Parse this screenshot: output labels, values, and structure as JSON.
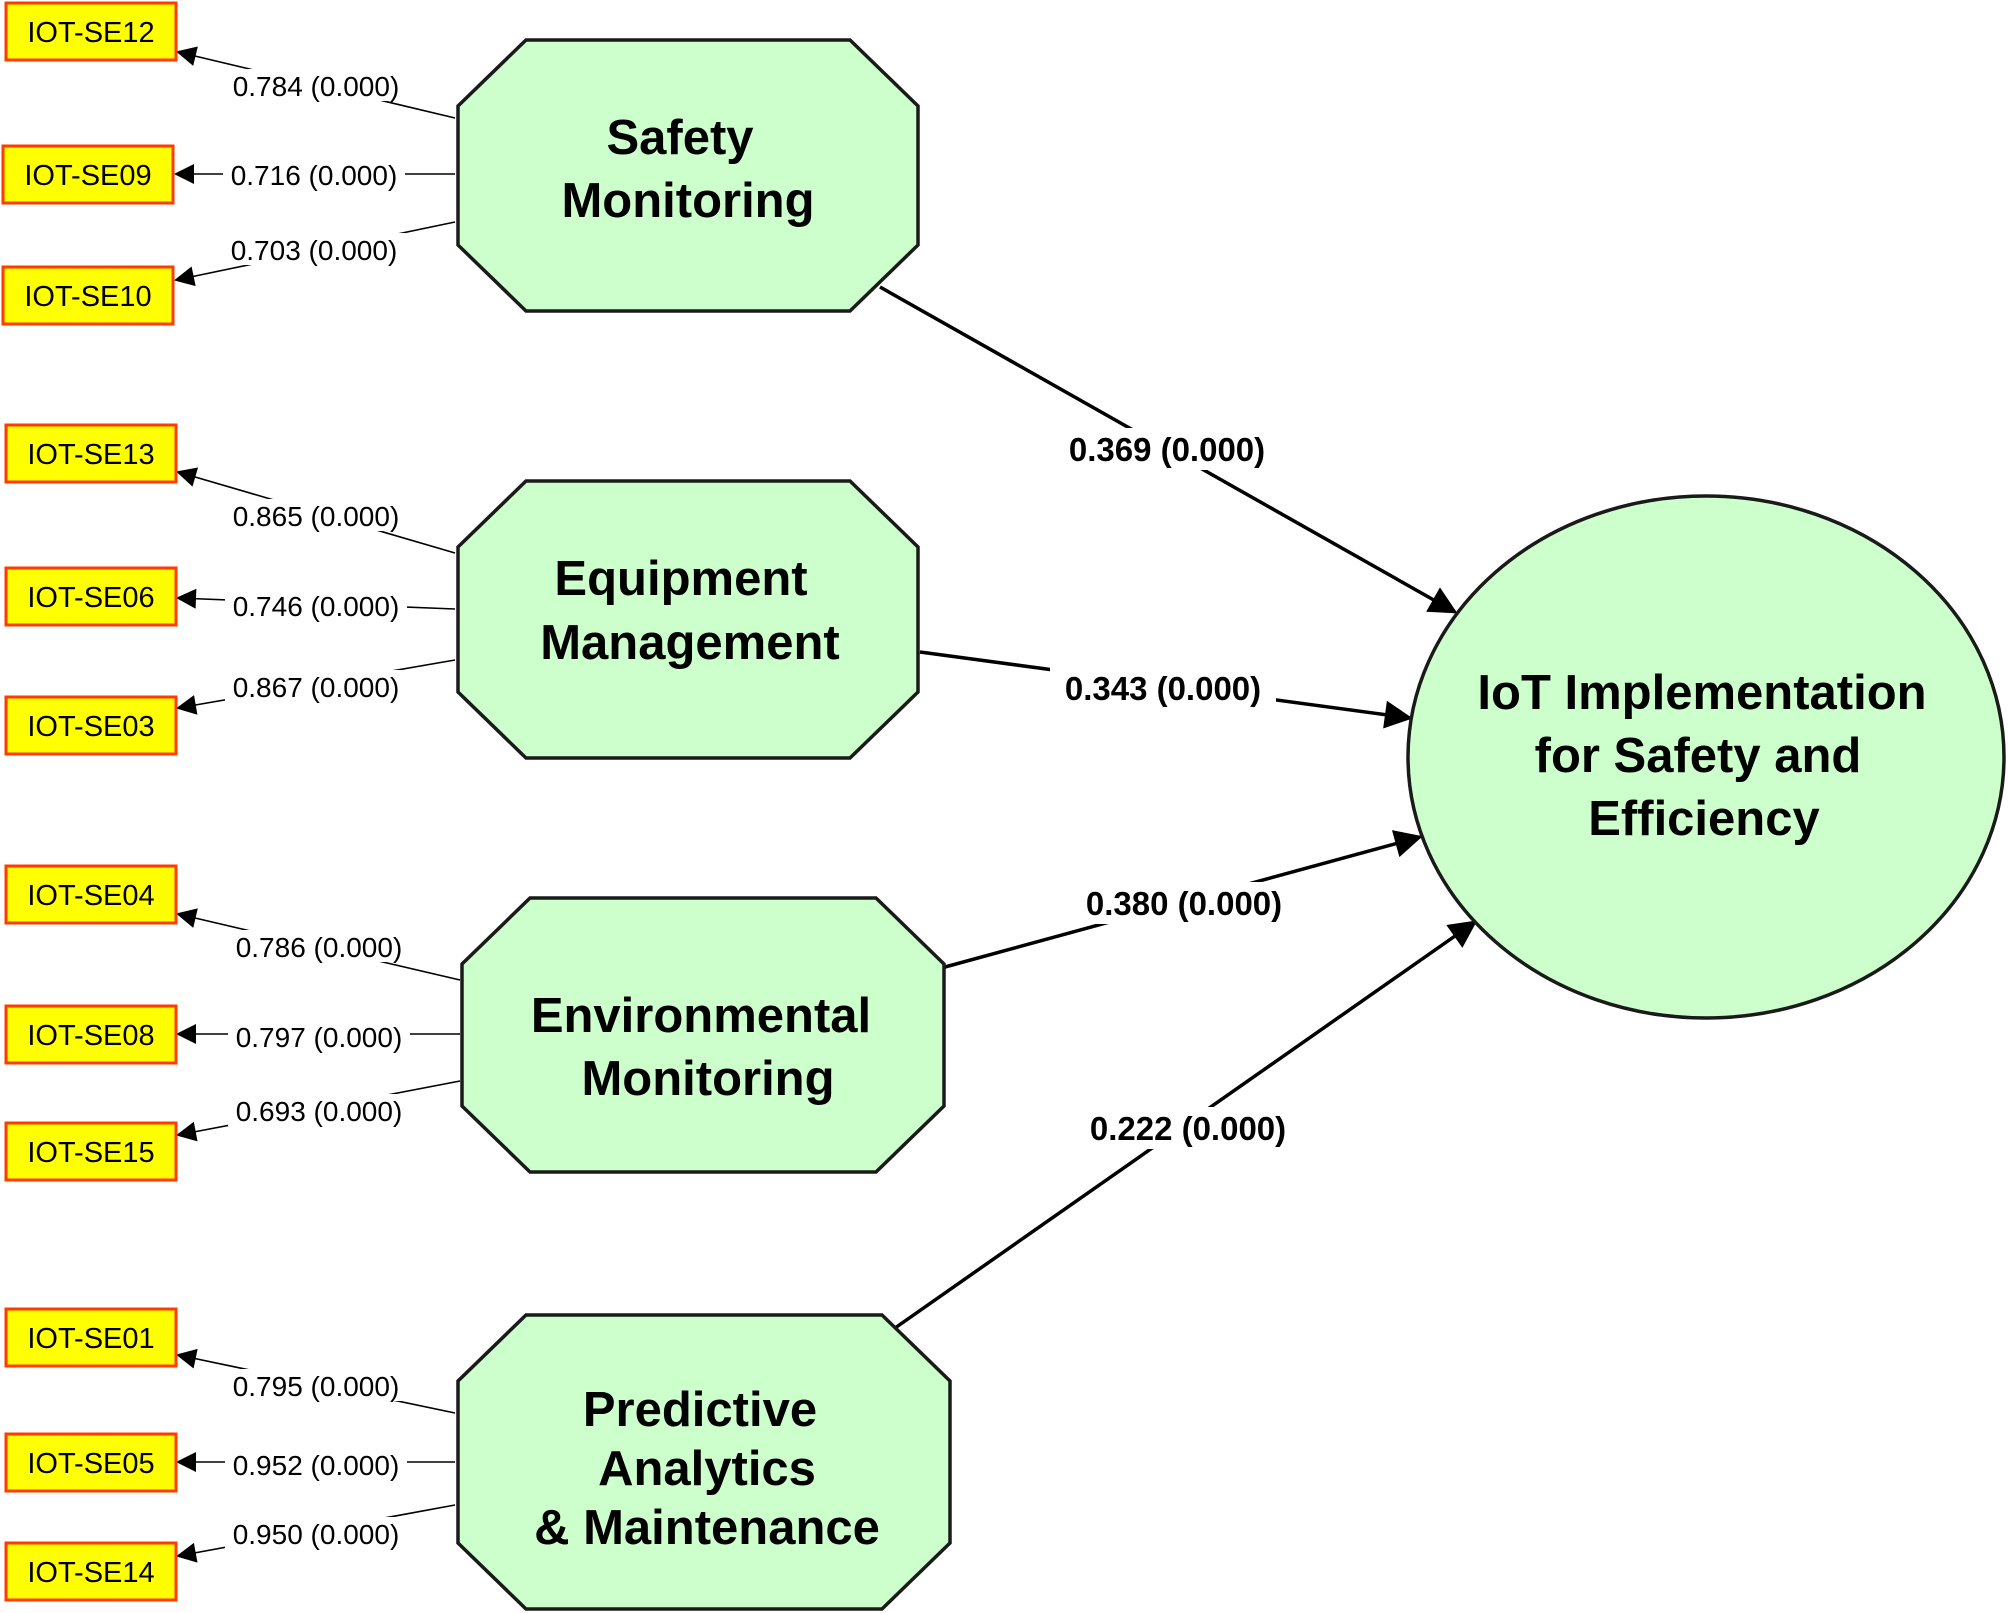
{
  "constructs": {
    "safety": {
      "line1": "Safety",
      "line2": "Monitoring"
    },
    "equipment": {
      "line1": "Equipment",
      "line2": "Management"
    },
    "environmental": {
      "line1": "Environmental",
      "line2": "Monitoring"
    },
    "predictive": {
      "line1": "Predictive",
      "line2": "Analytics",
      "line3": "& Maintenance"
    }
  },
  "target": {
    "line1": "IoT Implementation",
    "line2": "for Safety and",
    "line3": "Efficiency"
  },
  "indicators": {
    "se12": {
      "name": "IOT-SE12",
      "loading": "0.784 (0.000)"
    },
    "se09": {
      "name": "IOT-SE09",
      "loading": "0.716 (0.000)"
    },
    "se10": {
      "name": "IOT-SE10",
      "loading": "0.703 (0.000)"
    },
    "se13": {
      "name": "IOT-SE13",
      "loading": "0.865 (0.000)"
    },
    "se06": {
      "name": "IOT-SE06",
      "loading": "0.746 (0.000)"
    },
    "se03": {
      "name": "IOT-SE03",
      "loading": "0.867 (0.000)"
    },
    "se04": {
      "name": "IOT-SE04",
      "loading": "0.786 (0.000)"
    },
    "se08": {
      "name": "IOT-SE08",
      "loading": "0.797 (0.000)"
    },
    "se15": {
      "name": "IOT-SE15",
      "loading": "0.693 (0.000)"
    },
    "se01": {
      "name": "IOT-SE01",
      "loading": "0.795 (0.000)"
    },
    "se05": {
      "name": "IOT-SE05",
      "loading": "0.952 (0.000)"
    },
    "se14": {
      "name": "IOT-SE14",
      "loading": "0.950 (0.000)"
    }
  },
  "paths": {
    "safety": "0.369 (0.000)",
    "equipment": "0.343 (0.000)",
    "environmental": "0.380 (0.000)",
    "predictive": "0.222 (0.000)"
  },
  "colors": {
    "indicator_fill": "#ffff00",
    "indicator_border": "#ff3b00",
    "construct_fill": "#ccffcc",
    "outline": "#1a1a1a"
  }
}
